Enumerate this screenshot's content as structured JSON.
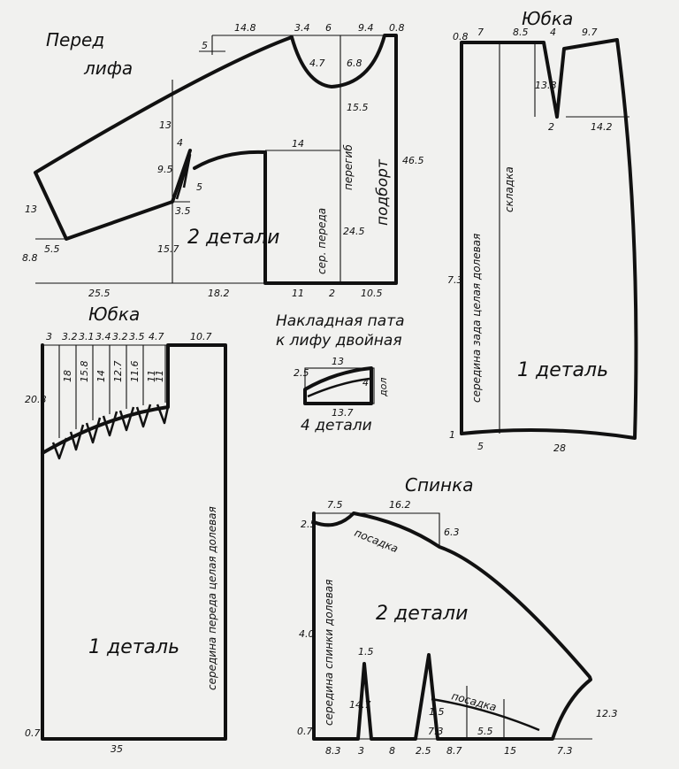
{
  "pieces": {
    "front_bodice": {
      "title_line1": "Перед",
      "title_line2": "лифа",
      "parts_label": "2 детали",
      "fold_label": "перегиб",
      "facing_label": "подборт",
      "center_label": "сер. переда",
      "dims": [
        "14.8",
        "3.4",
        "6",
        "9.4",
        "0.8",
        "5",
        "4.7",
        "6.8",
        "13",
        "15.5",
        "46.5",
        "4",
        "9.5",
        "5",
        "3.5",
        "14",
        "24.5",
        "13",
        "15.7",
        "5.5",
        "8.8",
        "25.5",
        "18.2",
        "11",
        "2",
        "10.5"
      ]
    },
    "skirt_back": {
      "title": "Юбка",
      "parts_label": "1 деталь",
      "grain_label": "середина зада целая долевая",
      "pleat_label": "складка",
      "dims": [
        "0.8",
        "7",
        "8.5",
        "4",
        "9.7",
        "13.8",
        "2",
        "14.2",
        "7.3",
        "1",
        "5",
        "28"
      ]
    },
    "flap": {
      "title_line1": "Накладная пата",
      "title_line2": "к лифу двойная",
      "parts_label": "4 детали",
      "dims": [
        "13",
        "2.5",
        "4",
        "13.7",
        "дол"
      ]
    },
    "skirt_front": {
      "title": "Юбка",
      "parts_label": "1 деталь",
      "grain_label": "середина переда целая долевая",
      "top_dims": [
        "3",
        "3.2",
        "3.1",
        "3.4",
        "3.2",
        "3.5",
        "4.7",
        "10.7"
      ],
      "dart_lengths": [
        "18",
        "15.8",
        "14",
        "12.7",
        "11.6",
        "11",
        "11"
      ],
      "dims": [
        "20.8",
        "0.7",
        "35"
      ]
    },
    "back": {
      "title": "Спинка",
      "parts_label": "2 детали",
      "ease_label": "посадка",
      "center_label": "середина спинки долевая",
      "dims": [
        "7.5",
        "16.2",
        "2.5",
        "6.3",
        "4.0",
        "1.5",
        "14.7",
        "0.7",
        "1.5",
        "7.3",
        "5.5",
        "12.3",
        "8.3",
        "3",
        "8",
        "2.5",
        "8.7",
        "15",
        "7.3"
      ]
    }
  }
}
